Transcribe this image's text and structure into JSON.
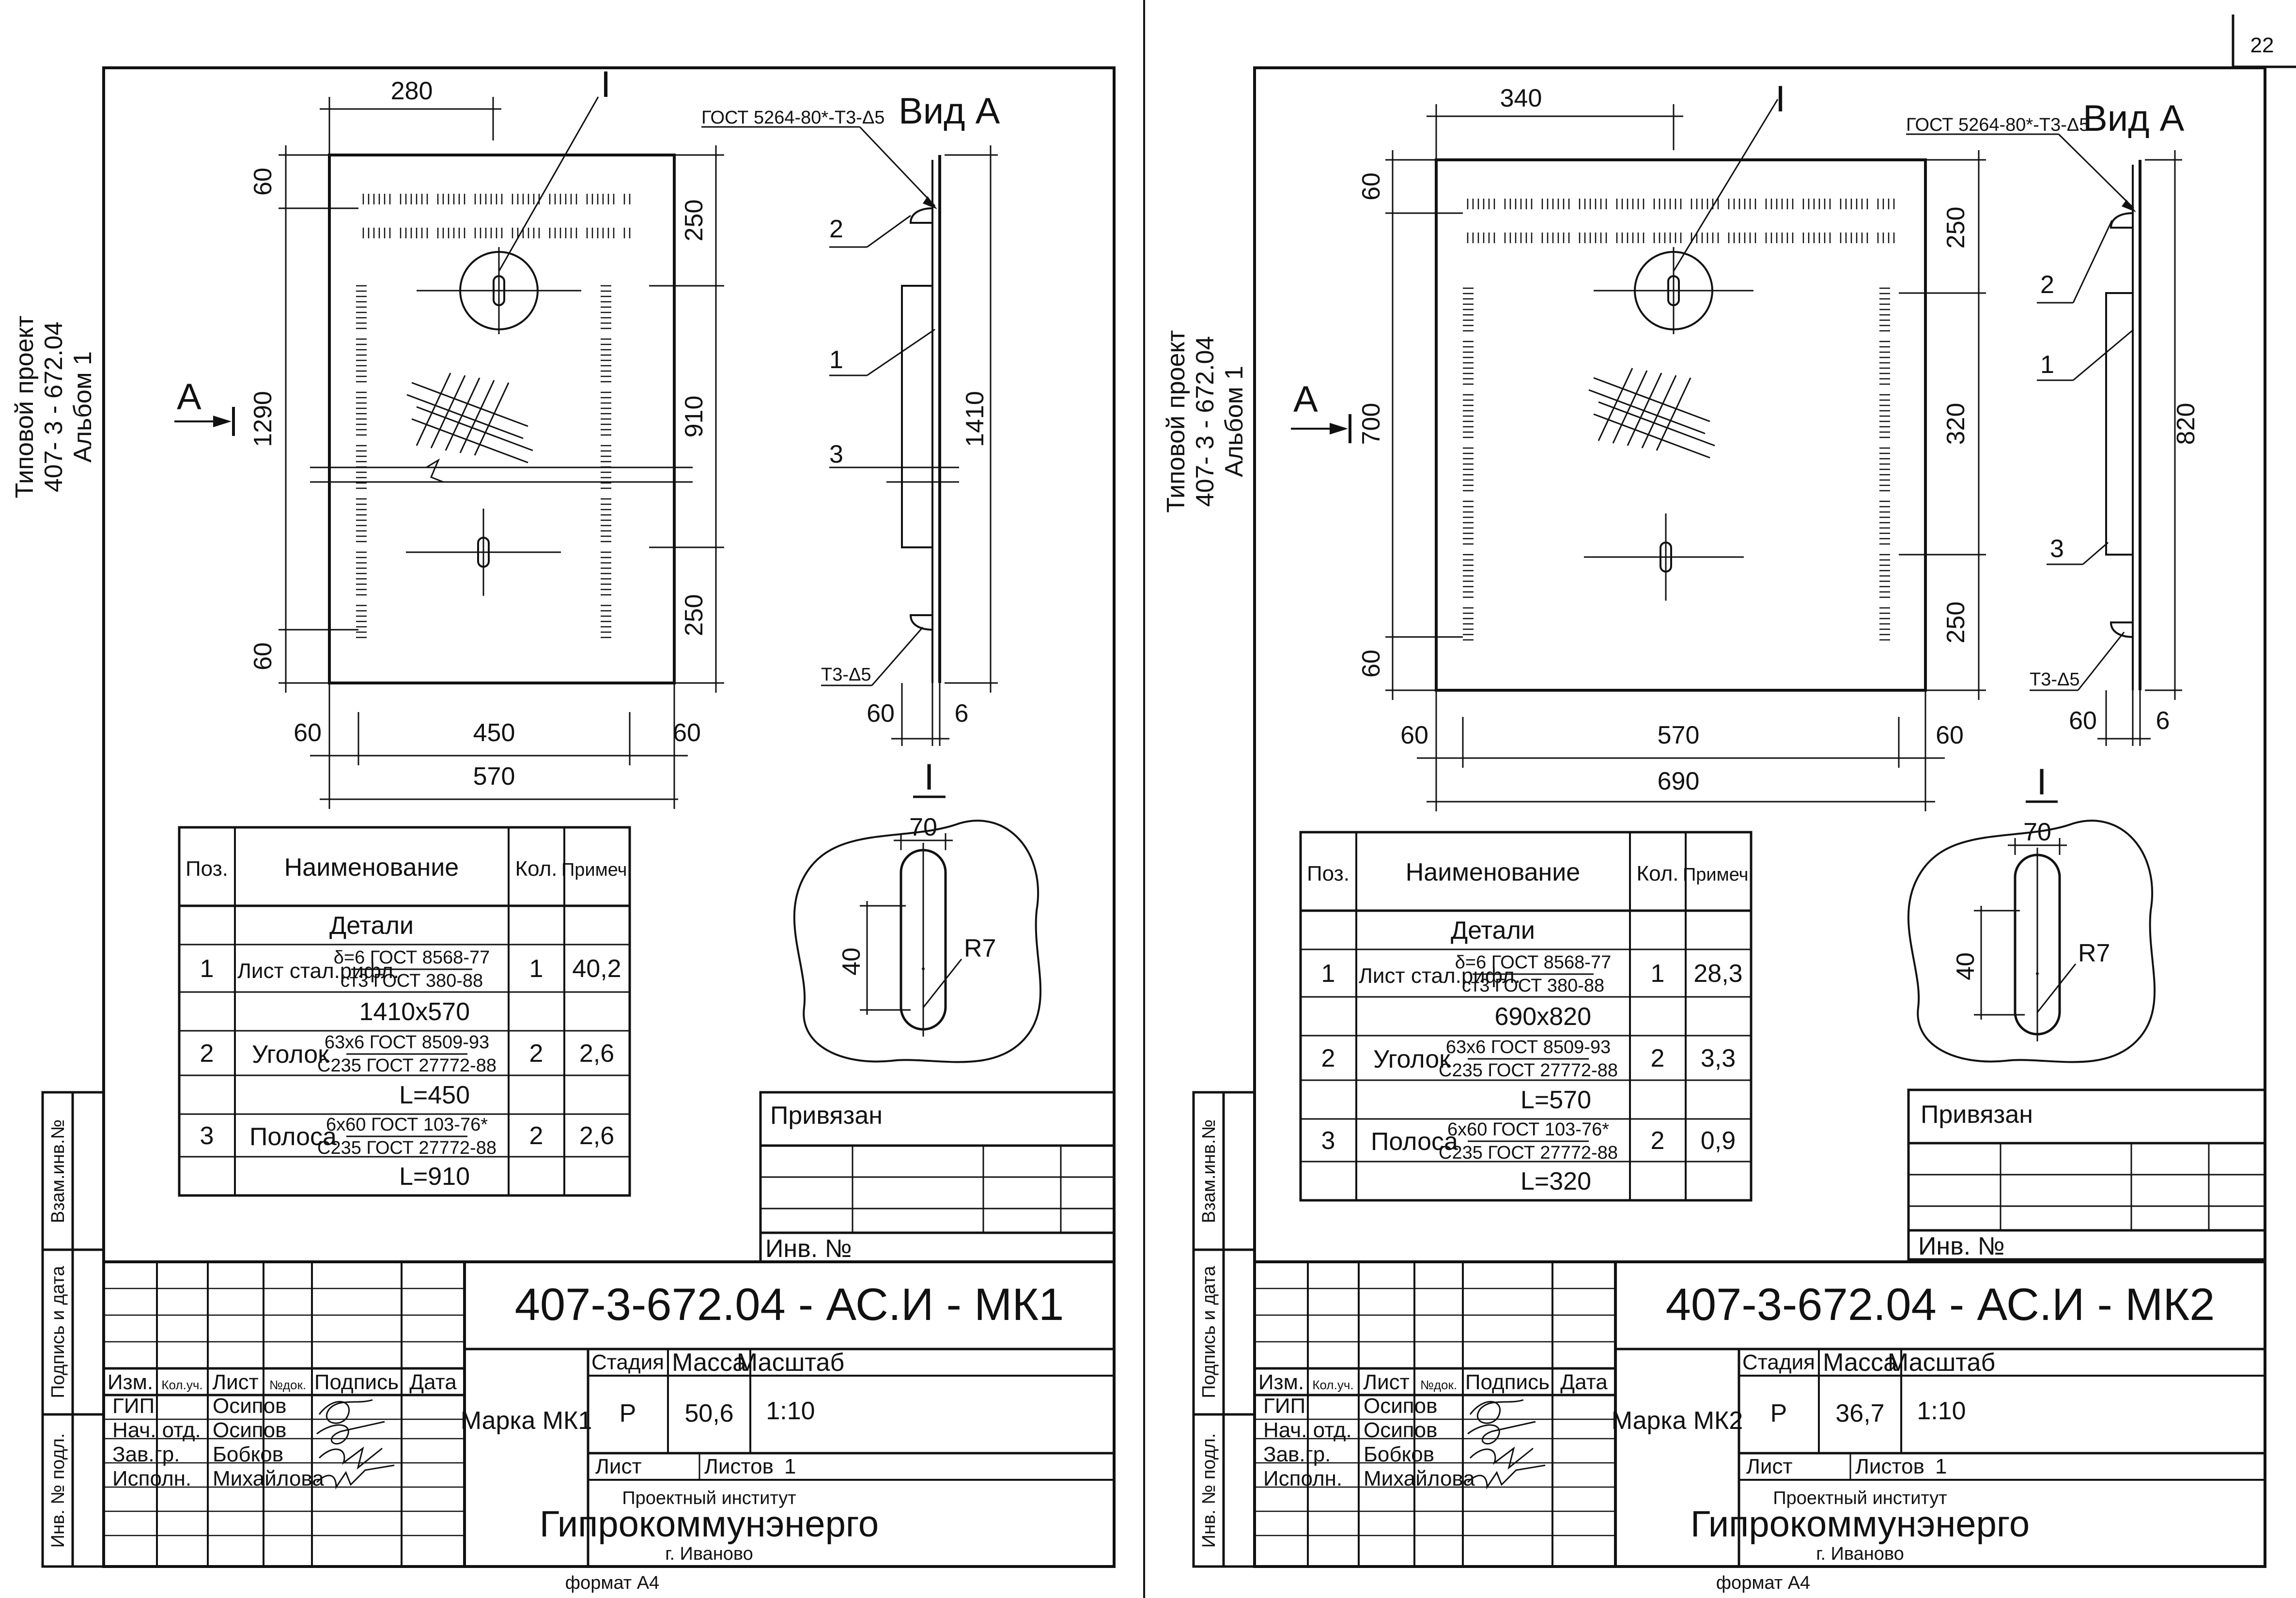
{
  "page_number": "22",
  "format": "формат А4",
  "project_label": [
    "Типовой проект",
    "407- 3 - 672.04",
    "Альбом 1"
  ],
  "side_stamp": [
    "Взам.инв.№",
    "Подпись и дата",
    "Инв. № подл."
  ],
  "view_label": "Вид А",
  "section_marker": "I",
  "arrow_label": "A",
  "weld_top": "ГОСТ 5264-80*-Т3-Δ5",
  "weld_bottom": "Т3-Δ5",
  "callouts": [
    "1",
    "2",
    "3"
  ],
  "table_headers": {
    "pos": "Поз.",
    "name": "Наименование",
    "qty": "Кол.",
    "note": "Примеч."
  },
  "table_group": "Детали",
  "part_names": [
    "Лист стал.рифл.",
    "Уголок",
    "Полоса"
  ],
  "part_specs": {
    "sheet": [
      "δ=6 ГОСТ 8568-77",
      "ст3 ГОСТ 380-88"
    ],
    "angle": [
      "63х6 ГОСТ 8509-93",
      "С235 ГОСТ 27772-88"
    ],
    "strip": [
      "6х60 ГОСТ 103-76*",
      "С235 ГОСТ 27772-88"
    ]
  },
  "detail_dims": {
    "width": "70",
    "height": "40",
    "radius": "R7"
  },
  "stamp": {
    "privyazan": "Привязан",
    "inv": "Инв. №",
    "headers": [
      "Изм.",
      "Кол.уч.",
      "Лист",
      "№док.",
      "Подпись",
      "Дата"
    ],
    "roles": [
      "ГИП",
      "Нач. отд.",
      "Зав.гр.",
      "Исполн."
    ],
    "names": [
      "Осипов",
      "Осипов",
      "Бобков",
      "Михайлова"
    ],
    "stage_label": "Стадия",
    "mass_label": "Масса",
    "scale_label": "Масштаб",
    "stage": "Р",
    "scale": "1:10",
    "sheet_label": "Лист",
    "sheets_label": "Листов",
    "sheets_count": "1",
    "institute_line1": "Проектный институт",
    "institute_line2": "Гипрокоммунэнерго",
    "city": "г. Иваново"
  },
  "sheets": [
    {
      "code": "407-3-672.04 - АС.И - МК1",
      "mark": "Марка МК1",
      "mass": "50,6",
      "dims": {
        "top": "280",
        "top_margin": "60",
        "bottom_margin": "60",
        "left_total": "1290",
        "right_top": "250",
        "right_mid": "910",
        "right_bottom": "250",
        "bottom_left": "60",
        "bottom_mid": "450",
        "bottom_right": "60",
        "bottom_total": "570",
        "side_total": "1410",
        "side_left": "60",
        "side_right": "6"
      },
      "rows": [
        {
          "pos": "1",
          "qty": "1",
          "note": "40,2",
          "extra": "1410х570"
        },
        {
          "pos": "2",
          "qty": "2",
          "note": "2,6",
          "extra": "L=450"
        },
        {
          "pos": "3",
          "qty": "2",
          "note": "2,6",
          "extra": "L=910"
        }
      ]
    },
    {
      "code": "407-3-672.04 - АС.И - МК2",
      "mark": "Марка МК2",
      "mass": "36,7",
      "dims": {
        "top": "340",
        "top_margin": "60",
        "bottom_margin": "60",
        "left_total": "700",
        "right_top": "250",
        "right_mid": "320",
        "right_bottom": "250",
        "bottom_left": "60",
        "bottom_mid": "570",
        "bottom_right": "60",
        "bottom_total": "690",
        "side_total": "820",
        "side_left": "60",
        "side_right": "6"
      },
      "rows": [
        {
          "pos": "1",
          "qty": "1",
          "note": "28,3",
          "extra": "690х820"
        },
        {
          "pos": "2",
          "qty": "2",
          "note": "3,3",
          "extra": "L=570"
        },
        {
          "pos": "3",
          "qty": "2",
          "note": "0,9",
          "extra": "L=320"
        }
      ]
    }
  ]
}
